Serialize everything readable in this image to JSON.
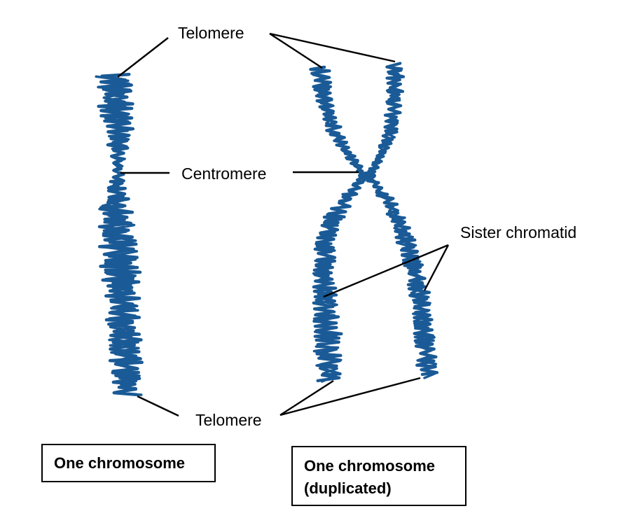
{
  "labels": {
    "telomere_top": "Telomere",
    "centromere": "Centromere",
    "sister_chromatid": "Sister chromatid",
    "telomere_bottom": "Telomere"
  },
  "boxes": {
    "single": "One chromosome",
    "duplicated_line1": "One chromosome",
    "duplicated_line2": "(duplicated)"
  },
  "colors": {
    "chromosome": "#1a5a96",
    "leader_lines": "#000000"
  }
}
